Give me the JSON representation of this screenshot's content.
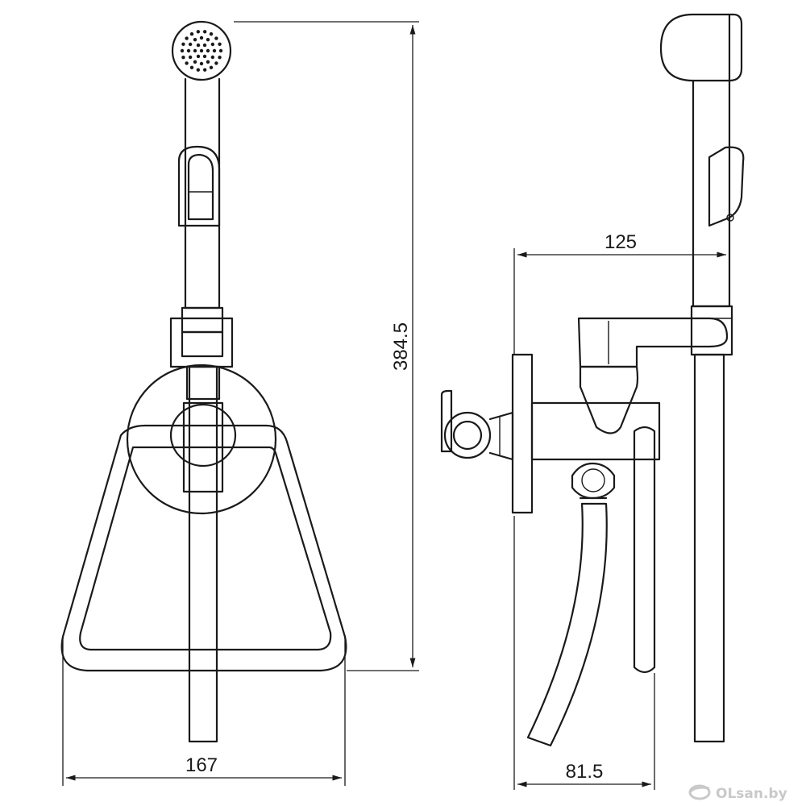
{
  "dimensions": {
    "front_width": "167",
    "total_height": "384.5",
    "side_depth_top": "125",
    "side_depth_bottom": "81.5"
  },
  "watermark": {
    "text": "OLsan.by",
    "icon": "drop-logo-icon"
  }
}
